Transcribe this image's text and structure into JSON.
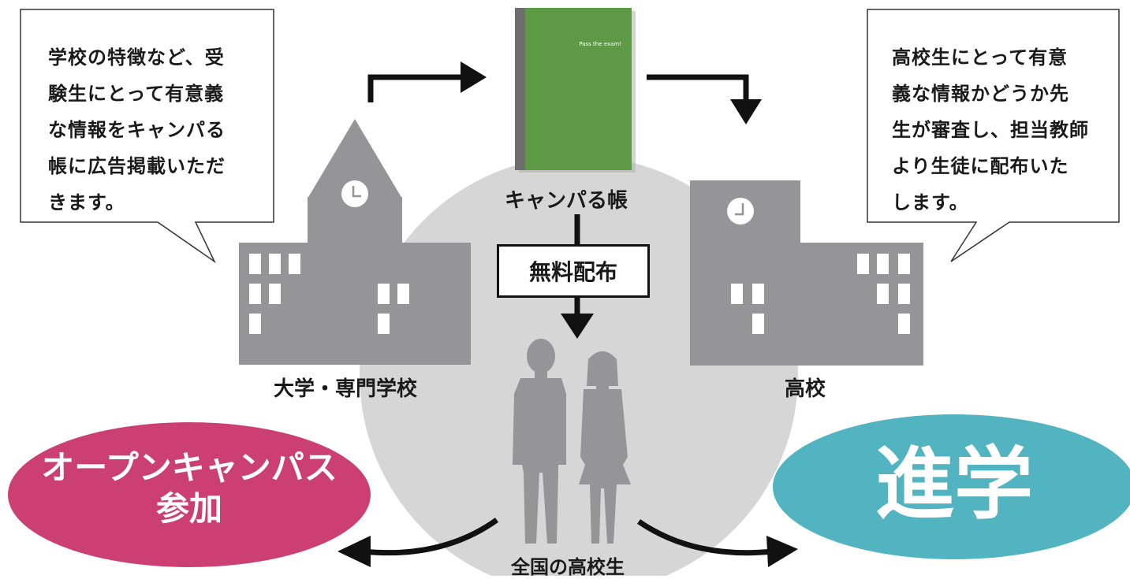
{
  "callout_left": {
    "lines": [
      "学校の特徴など、受",
      "験生にとって有意義",
      "な情報をキャンパる",
      "帳に広告掲載いただ",
      "きます。"
    ]
  },
  "callout_right": {
    "lines": [
      "高校生にとって有意",
      "義な情報かどうか先",
      "生が審査し、担当教師",
      "より生徒に配布いた",
      "します。"
    ]
  },
  "book": {
    "cover_text": "Pass the exam!",
    "label": "キャンパる帳",
    "color": "#5e9a45"
  },
  "distribution_label": "無料配布",
  "university_label": "大学・専門学校",
  "highschool_label": "高校",
  "students_label": "全国の高校生",
  "oval_left": {
    "line1": "オープンキャンパス",
    "line2": "参加",
    "color": "#cc3f72"
  },
  "oval_right": {
    "text": "進学",
    "color": "#52b4c0"
  }
}
